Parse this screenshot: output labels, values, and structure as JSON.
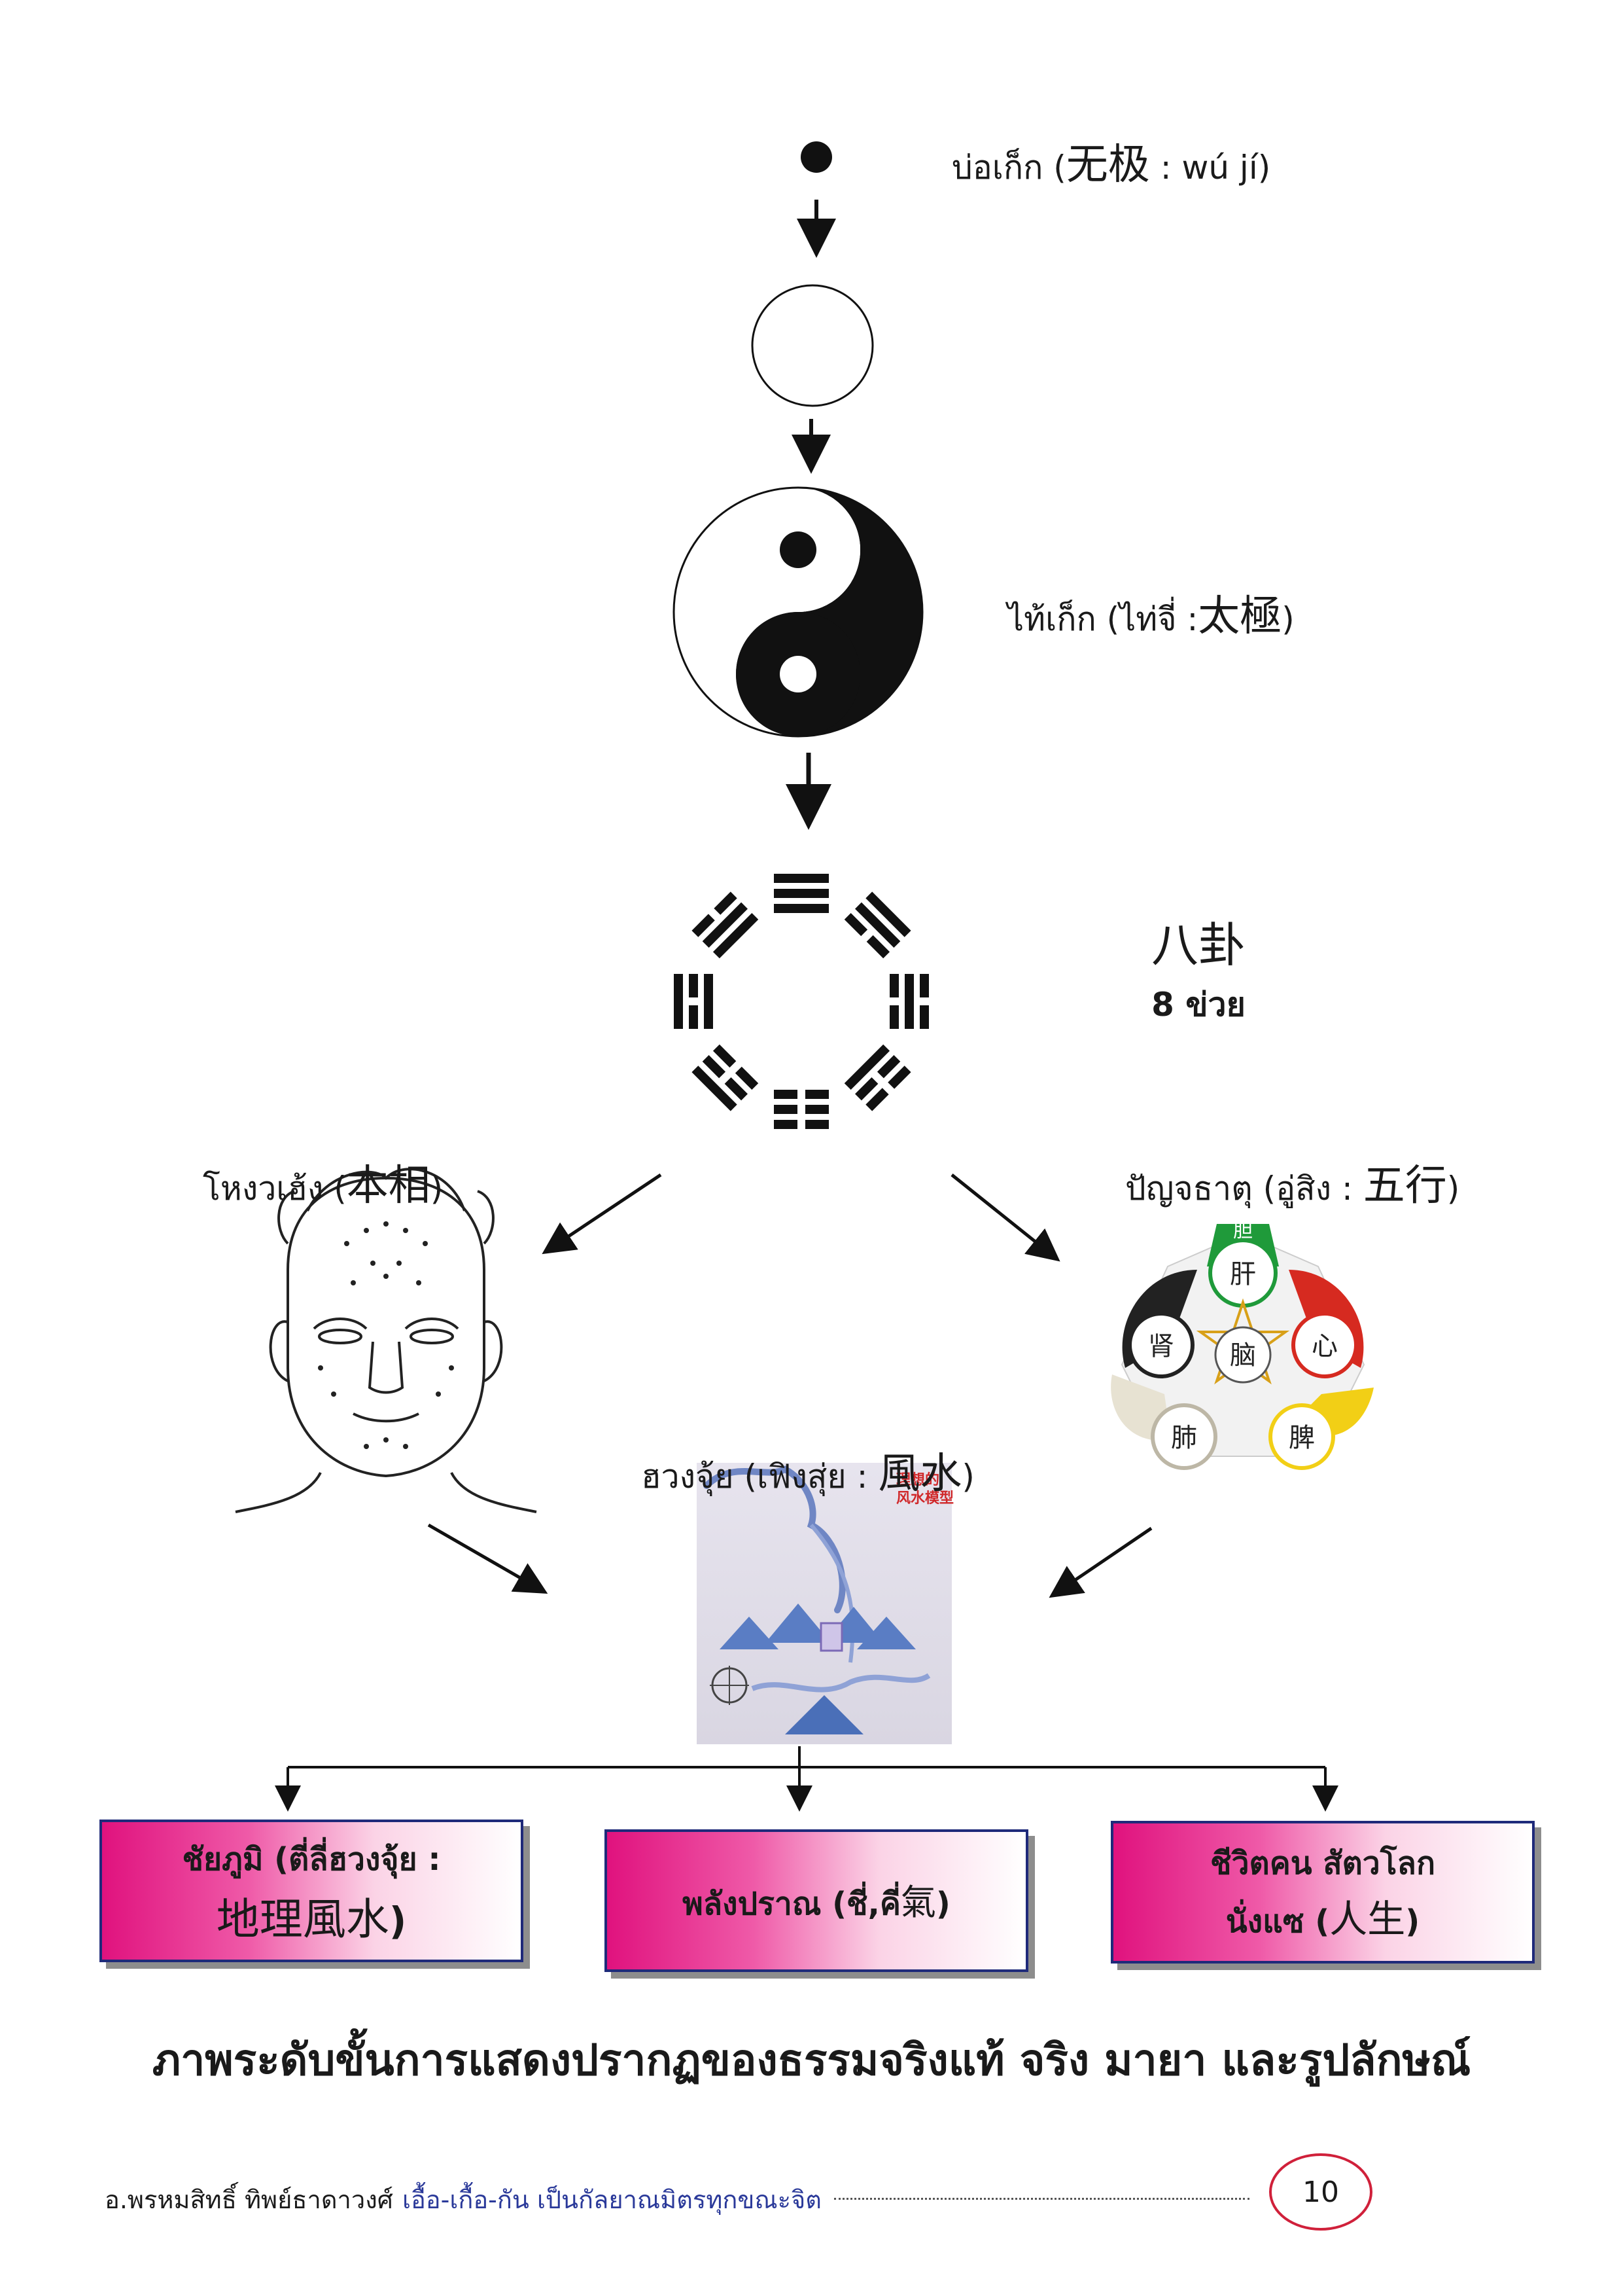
{
  "wuji": {
    "thai": "บ่อเก็ก (",
    "cjk": "无极",
    "rest": " : wú jí)"
  },
  "taiji": {
    "thai": "ไท้เก็ก (ไท่จี่ :",
    "cjk": "太極",
    "rest": ")"
  },
  "bagua": {
    "cjk": "八卦",
    "sub": "8 ข่วย"
  },
  "face": {
    "thai": "โหงวเฮ้ง (",
    "cjk": "本相",
    "rest": ")"
  },
  "wuxing": {
    "thai": "ปัญจธาตุ (อู่สิง : ",
    "cjk": "五行",
    "rest": ")"
  },
  "fengshui": {
    "thai": "ฮวงจุ้ย (เฟิงสุ่ย : ",
    "cjk": "風水",
    "rest": ")"
  },
  "fengshui_image": {
    "title_line1": "理想的",
    "title_line2": "风水模型"
  },
  "boxes": {
    "left": {
      "line1": "ชัยภูมิ (ตี่ลี่ฮวงจุ้ย :",
      "cjk": "地理風水",
      "rest": ")"
    },
    "mid": {
      "line1": "พลังปราณ (ชี่,คี่",
      "cjk": "氣",
      "rest": ")"
    },
    "right": {
      "line1": "ชีวิตคน สัตวโลก",
      "line2": "นั่งแซ (",
      "cjk": "人生",
      "rest": ")"
    }
  },
  "caption": "ภาพระดับขั้นการแสดงปรากฏของธรรมจริงแท้ จริง มายา และรูปลักษณ์",
  "footer": {
    "author": "อ.พรหมสิทธิ์ ทิพย์ธาดาวงศ์",
    "motto": "เอื้อ-เกื้อ-กัน เป็นกัลยาณมิตรทุกขณะจิต",
    "page": "10"
  },
  "wuxing_chart": {
    "center": "脑",
    "organs": [
      "肝",
      "心",
      "脾",
      "肺",
      "肾"
    ],
    "top": "胆"
  }
}
